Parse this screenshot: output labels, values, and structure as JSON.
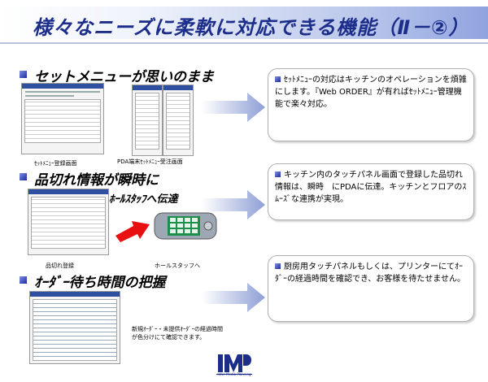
{
  "title": "様々なニーズに柔軟に対応できる機能（Ⅱ－②）",
  "sections": [
    {
      "heading": "セットメニューが思いのまま",
      "captions": [
        "ｾｯﾄﾒﾆｭｰ登録画面",
        "PDA端末ｾｯﾄﾒﾆｭｰ受注画面"
      ],
      "box_text": "ｾｯﾄﾒﾆｭｰの対応はキッチンのオペレーションを煩雑にします。『Web ORDER』が有ればｾｯﾄﾒﾆｭｰ管理機能で楽々対応。"
    },
    {
      "heading": "品切れ情報が瞬時に",
      "subheading": "ﾎｰﾙｽﾀｯﾌへ伝達",
      "captions": [
        "品切れ登録",
        "ホールスタッフへ"
      ],
      "box_text": "キッチン内のタッチパネル画面で登録した品切れ情報は、瞬時　にPDAに伝達。キッチンとフロアのｽﾑｰｽﾞな連携が実現。"
    },
    {
      "heading": "ｵｰﾀﾞｰ待ち時間の把握",
      "caption_lines": [
        "新規ｵｰﾀﾞｰ・未提供ｵｰﾀﾞｰの経過時間",
        "が色分けにて確認できます。"
      ],
      "box_text": "厨房用タッチパネルもしくは、プリンターにてｵｰﾀﾞｰの経過時間を確認でき、お客様を待たせません。"
    }
  ],
  "logo": {
    "text": "Inter Media Planning"
  },
  "colors": {
    "title": "#1d2e8a",
    "arrow": "#8e9fd6",
    "red_arrow": "#e81010"
  }
}
